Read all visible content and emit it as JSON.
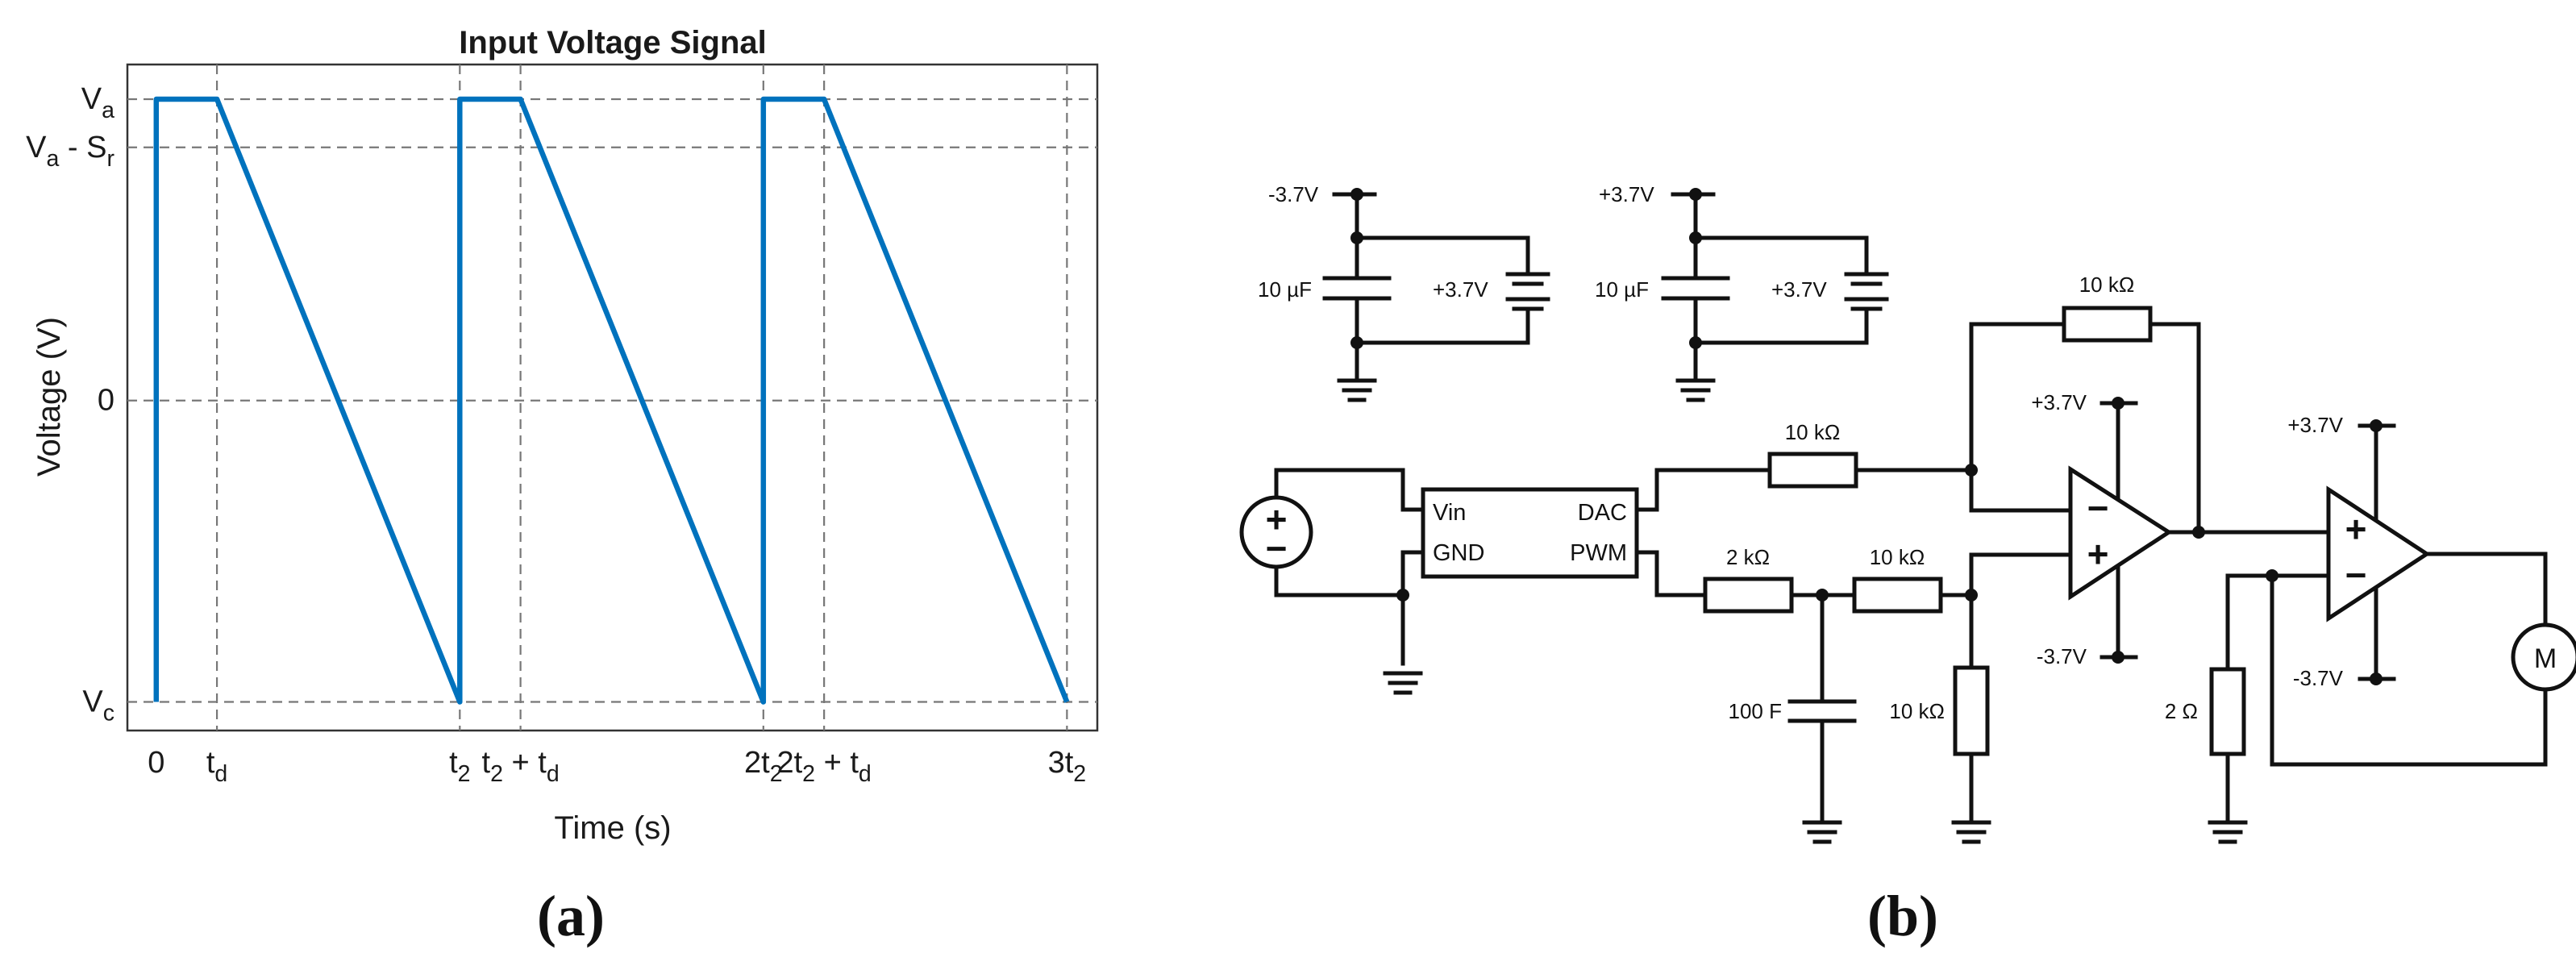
{
  "panel_a": {
    "label": "(a)",
    "chart_data": {
      "type": "line",
      "title": "Input Voltage Signal",
      "xlabel": "Time (s)",
      "ylabel": "Voltage (V)",
      "x_ticks": [
        "0",
        "td",
        "t2",
        "t2 + td",
        "2t2",
        "2t2 + td",
        "3t2"
      ],
      "y_ticks": [
        "Va",
        "Va - Sr",
        "0",
        "Vc"
      ],
      "grid": true,
      "color": "#0072BD",
      "series": [
        {
          "x": [
            "0",
            "0",
            "td",
            "t2",
            "t2",
            "t2 + td",
            "2t2",
            "2t2",
            "2t2 + td",
            "3t2"
          ],
          "y": [
            "Vc",
            "Va",
            "Va",
            "Vc",
            "Va",
            "Va",
            "Vc",
            "Va",
            "Va",
            "Vc"
          ]
        }
      ]
    }
  },
  "panel_b": {
    "label": "(b)",
    "labels": {
      "neg_supply": "-3.7V",
      "pos_supply": "+3.7V",
      "cap_10uF": "10 µF",
      "battery": "+3.7V",
      "vin": "Vin",
      "gnd": "GND",
      "dac": "DAC",
      "pwm": "PWM",
      "r_dac": "10 kΩ",
      "r_feedback": "10 kΩ",
      "r_filter": "2 kΩ",
      "r_series": "10 kΩ",
      "r_ground": "10 kΩ",
      "cap_100F": "100 F",
      "opamp1_pos": "+3.7V",
      "opamp1_neg": "-3.7V",
      "opamp2_pos": "+3.7V",
      "opamp2_neg": "-3.7V",
      "r_sense": "2 Ω",
      "motor": "M",
      "src_plus": "+",
      "src_minus": "−",
      "op_plus": "+",
      "op_minus": "−"
    }
  }
}
